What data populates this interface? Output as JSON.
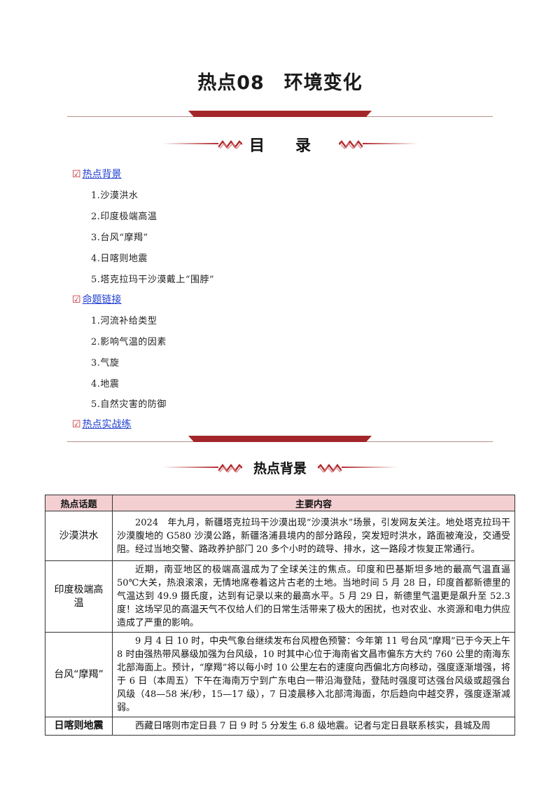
{
  "page_title": "热点08　环境变化",
  "toc": {
    "heading": "目　　录",
    "groups": [
      {
        "label": "热点背景",
        "items": [
          "1.沙漠洪水",
          "2.印度极端高温",
          "3.台风“摩羯”",
          "4.日喀则地震",
          "5.塔克拉玛干沙漠戴上“围脖”"
        ]
      },
      {
        "label": "命题链接",
        "items": [
          "1.河流补给类型",
          "2.影响气温的因素",
          "3.气旋",
          "4.地震",
          "5.自然灾害的防御"
        ]
      },
      {
        "label": "热点实战练",
        "items": []
      }
    ]
  },
  "section": {
    "heading": "热点背景"
  },
  "table": {
    "headers": [
      "热点话题",
      "主要内容"
    ],
    "rows": [
      {
        "topic": "沙漠洪水",
        "content": "2024　年九月，新疆塔克拉玛干沙漠出现“沙漠洪水”场景，引发网友关注。地处塔克拉玛干沙漠腹地的 G580 沙漠公路，新疆洛浦县境内的部分路段，突发短时洪水，路面被淹没，交通受阻。经过当地交警、路政养护部门 20 多个小时的疏导、排水，这一路段才恢复正常通行。"
      },
      {
        "topic": "印度极端高温",
        "content": "近期，南亚地区的极端高温成为了全球关注的焦点。印度和巴基斯坦多地的最高气温直逼 50℃大关，热浪滚滚，无情地席卷着这片古老的土地。当地时间 5 月 28 日，印度首都新德里的气温达到 49.9 摄氏度，达到有记录以来的最高水平。5 月 29 日，新德里气温更是飙升至 52.3 度！这场罕见的高温天气不仅给人们的日常生活带来了极大的困扰，也对农业、水资源和电力供应造成了严重的影响。"
      },
      {
        "topic": "台风“摩羯”",
        "content": "9 月 4 日 10 时，中央气象台继续发布台风橙色预警：今年第 11 号台风“摩羯”已于今天上午 8 时由强热带风暴级加强为台风级，10 时其中心位于海南省文昌市偏东方大约 760 公里的南海东北部海面上。预计，“摩羯”将以每小时 10 公里左右的速度向西偏北方向移动，强度逐渐增强，将于 6 日（本周五）下午在海南万宁到广东电白一带沿海登陆，登陆时强度可达强台风级或超强台风级（48—58 米/秒，15—17 级），7 日凌晨移入北部湾海面，尔后趋向中越交界，强度逐渐减弱。"
      },
      {
        "topic": "日喀则地震",
        "content": "西藏日喀则市定日县 7 日 9 时 5 分发生 6.8 级地震。记者与定日县联系核实，县城及周"
      }
    ]
  }
}
